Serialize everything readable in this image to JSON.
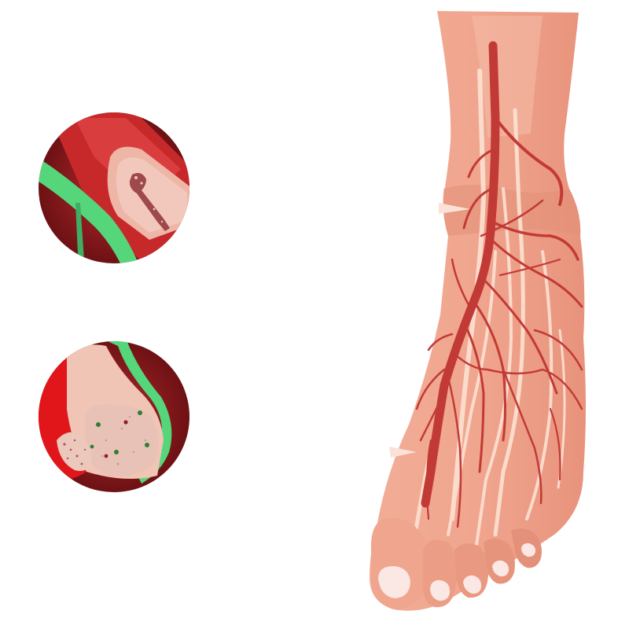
{
  "illustration": {
    "subject": "foot-arterial-system-with-plaque-insets",
    "insets": [
      {
        "name": "artery-cross-section-with-plaque"
      },
      {
        "name": "artery-blockage-closeup"
      }
    ]
  },
  "colors": {
    "background": "#ffffff",
    "skin": "#efa68f",
    "skin_light": "#f6c0ab",
    "skin_dark": "#e08d77",
    "artery": "#c23a36",
    "artery_dark": "#9b1f23",
    "tendon": "#fde2d3",
    "nail": "#fbe7e3",
    "inset_bg": "#7a1518",
    "inset_red": "#d21f22",
    "vessel_green": "#55d67b",
    "plaque": "#ecc7bb",
    "plaque_speck": "#8e3237"
  }
}
